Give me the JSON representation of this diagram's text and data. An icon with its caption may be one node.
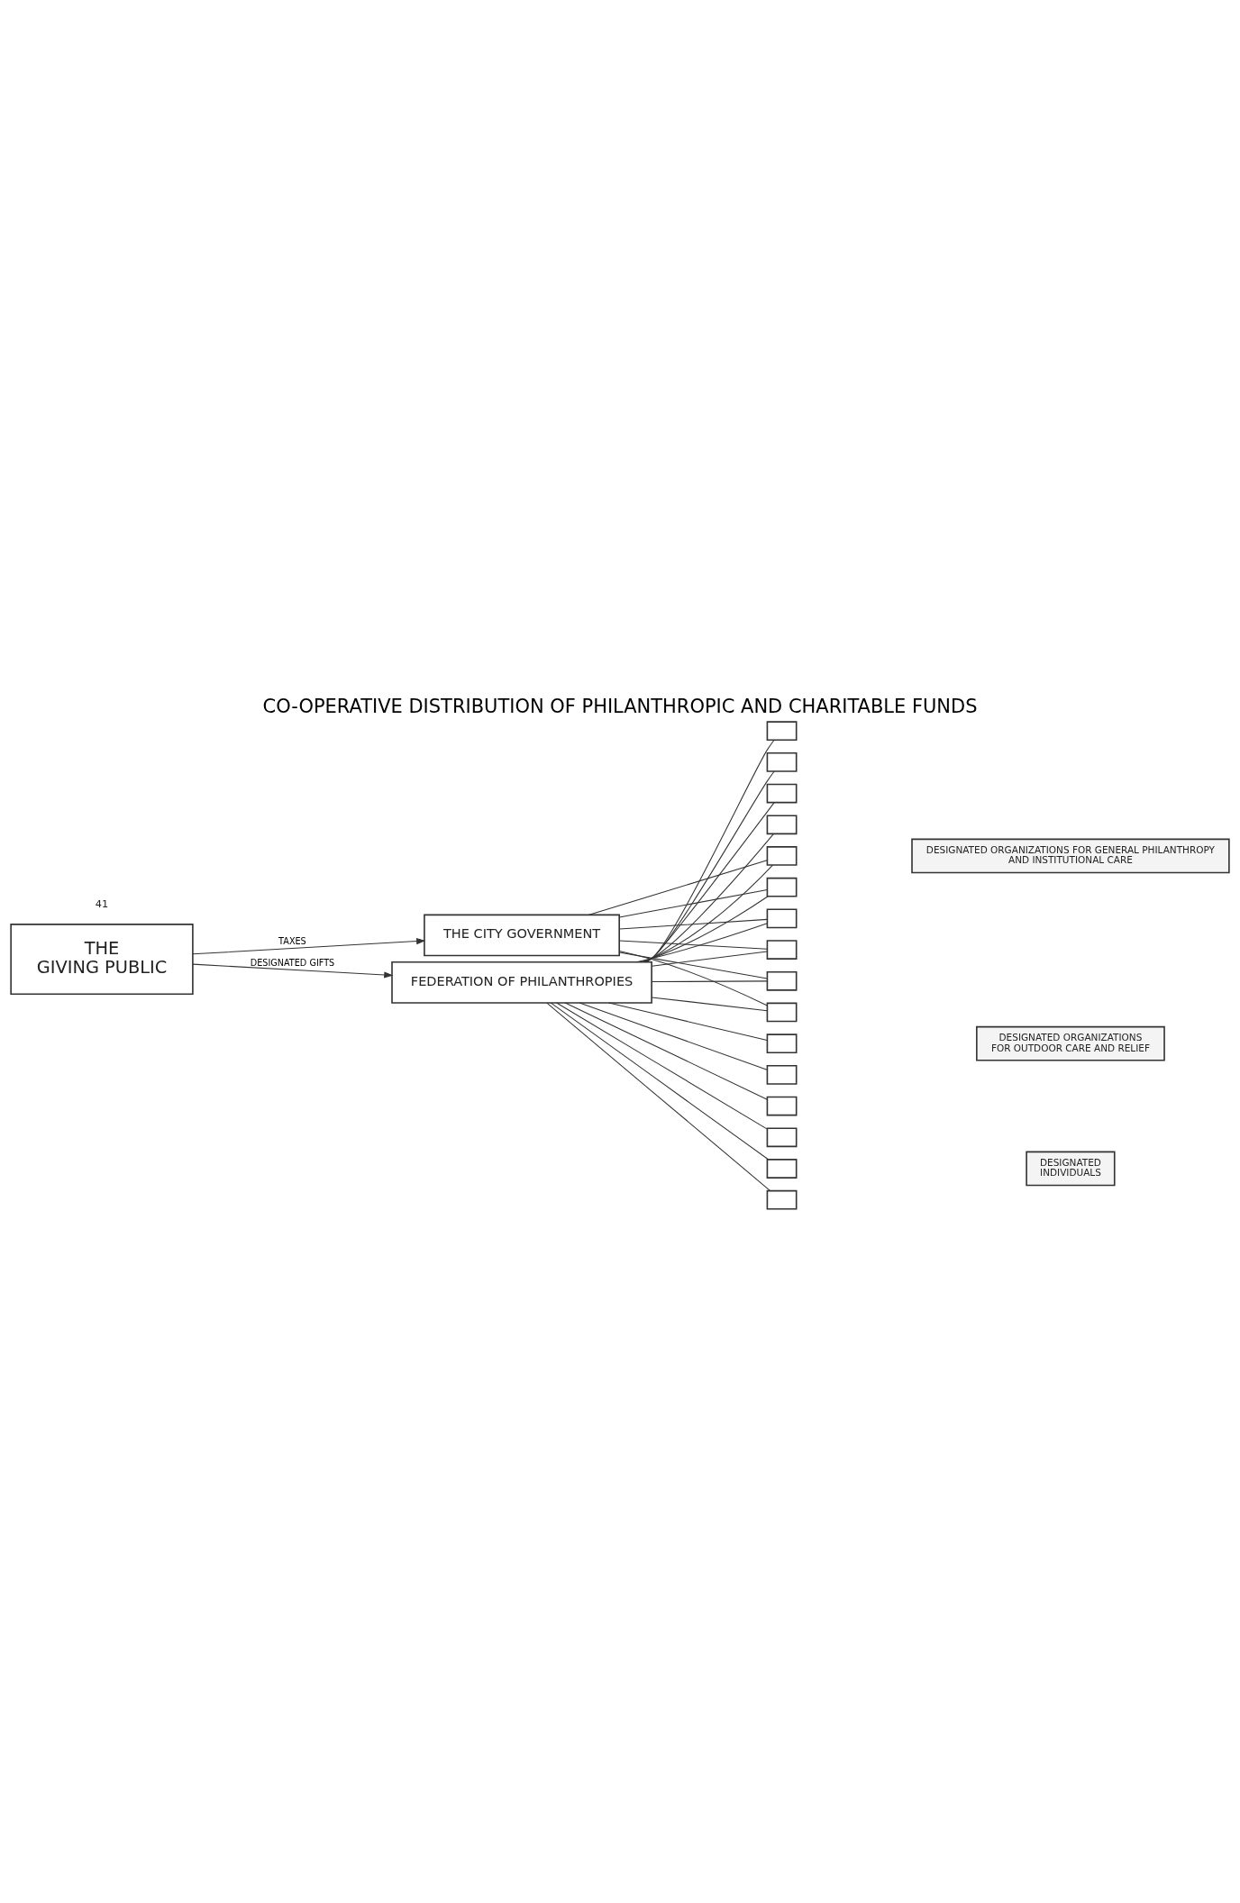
{
  "diagram": {
    "title": "CO-OPERATIVE DISTRIBUTION OF PHILANTHROPIC AND CHARITABLE FUNDS",
    "nodes": [
      {
        "text": [
          "THE",
          "GIVING PUBLIC"
        ]
      },
      {
        "text": [
          "THE CITY GOVERNMENT"
        ]
      },
      {
        "text": [
          "FEDERATION OF PHILANTHROPIES"
        ]
      },
      {
        "text": [
          "DESIGNATED ORGANIZATIONS FOR GENERAL PHILANTHROPY",
          "AND INSTITUTIONAL CARE"
        ]
      },
      {
        "text": [],
        "shape": "box"
      },
      {
        "text": [],
        "shape": "box"
      },
      {
        "text": [],
        "shape": "box"
      },
      {
        "text": [],
        "shape": "box"
      },
      {
        "text": [],
        "shape": "box"
      },
      {
        "text": [],
        "shape": "box"
      },
      {
        "text": [],
        "shape": "box"
      },
      {
        "text": [],
        "shape": "box"
      },
      {
        "text": [
          "DESIGNATED ORGANIZATIONS",
          "FOR OUTDOOR CARE AND RELIEF"
        ]
      },
      {
        "text": [],
        "shape": "box"
      },
      {
        "text": [],
        "shape": "box"
      },
      {
        "text": [],
        "shape": "box"
      },
      {
        "text": [],
        "shape": "box"
      },
      {
        "text": [
          "DESIGNATED",
          "INDIVIDUALS"
        ]
      },
      {
        "text": [],
        "shape": "box"
      },
      {
        "text": [],
        "shape": "box"
      },
      {
        "text": [],
        "shape": "box"
      },
      {
        "text": [],
        "shape": "box"
      }
    ],
    "edges": [
      {
        "from": 0,
        "to": 1,
        "arrow": "to",
        "label": "TAXES"
      },
      {
        "from": 0,
        "to": 2,
        "arrow": "to",
        "label": "DESIGNATED GIFTS"
      },
      {
        "from": 2,
        "to": 4,
        "arrow": "none"
      },
      {
        "from": 2,
        "to": 5,
        "arrow": "none"
      },
      {
        "from": 2,
        "to": 6,
        "arrow": "none"
      },
      {
        "from": 2,
        "to": 7,
        "arrow": "none"
      },
      {
        "from": 2,
        "to": 8,
        "arrow": "none"
      },
      {
        "from": 2,
        "to": 9,
        "arrow": "none"
      },
      {
        "from": 2,
        "to": 10,
        "arrow": "none"
      },
      {
        "from": 2,
        "to": 11,
        "arrow": "none"
      },
      {
        "from": 1,
        "to": 8,
        "arrow": "none"
      },
      {
        "from": 1,
        "to": 9,
        "arrow": "none"
      },
      {
        "from": 1,
        "to": 10,
        "arrow": "none"
      },
      {
        "from": 1,
        "to": 11,
        "arrow": "none"
      },
      {
        "from": 1,
        "to": 13,
        "arrow": "none"
      },
      {
        "from": 1,
        "to": 14,
        "arrow": "none"
      },
      {
        "from": 2,
        "to": 13,
        "arrow": "none"
      },
      {
        "from": 2,
        "to": 14,
        "arrow": "none"
      },
      {
        "from": 2,
        "to": 15,
        "arrow": "none"
      },
      {
        "from": 2,
        "to": 16,
        "arrow": "none"
      },
      {
        "from": 2,
        "to": 18,
        "arrow": "none"
      },
      {
        "from": 2,
        "to": 19,
        "arrow": "none"
      },
      {
        "from": 2,
        "to": 20,
        "arrow": "none"
      },
      {
        "from": 2,
        "to": 21,
        "arrow": "none"
      }
    ],
    "labels": [
      "41"
    ]
  }
}
